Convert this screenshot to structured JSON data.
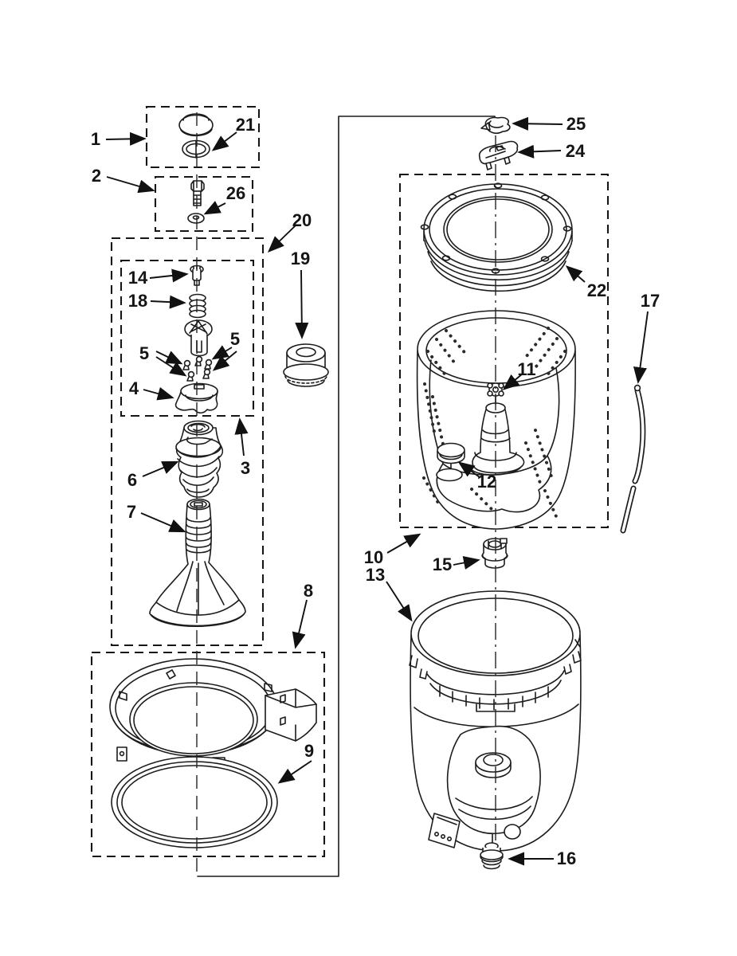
{
  "diagram": {
    "figure_type": "exploded-parts-diagram",
    "subject": "washer agitator, basket and tub assembly",
    "colors": {
      "line": "#1c1c1c",
      "background": "#ffffff"
    },
    "callouts": {
      "n1": {
        "label": "1"
      },
      "n21": {
        "label": "21"
      },
      "n2": {
        "label": "2"
      },
      "n26": {
        "label": "26"
      },
      "n20": {
        "label": "20"
      },
      "n19": {
        "label": "19"
      },
      "n14": {
        "label": "14"
      },
      "n18": {
        "label": "18"
      },
      "n5a": {
        "label": "5"
      },
      "n5b": {
        "label": "5"
      },
      "n4": {
        "label": "4"
      },
      "n3": {
        "label": "3"
      },
      "n6": {
        "label": "6"
      },
      "n7": {
        "label": "7"
      },
      "n8": {
        "label": "8"
      },
      "n9": {
        "label": "9"
      },
      "n25": {
        "label": "25"
      },
      "n24": {
        "label": "24"
      },
      "n22": {
        "label": "22"
      },
      "n17": {
        "label": "17"
      },
      "n11": {
        "label": "11"
      },
      "n12": {
        "label": "12"
      },
      "n10": {
        "label": "10"
      },
      "n13": {
        "label": "13"
      },
      "n15": {
        "label": "15"
      },
      "n16": {
        "label": "16"
      }
    }
  }
}
